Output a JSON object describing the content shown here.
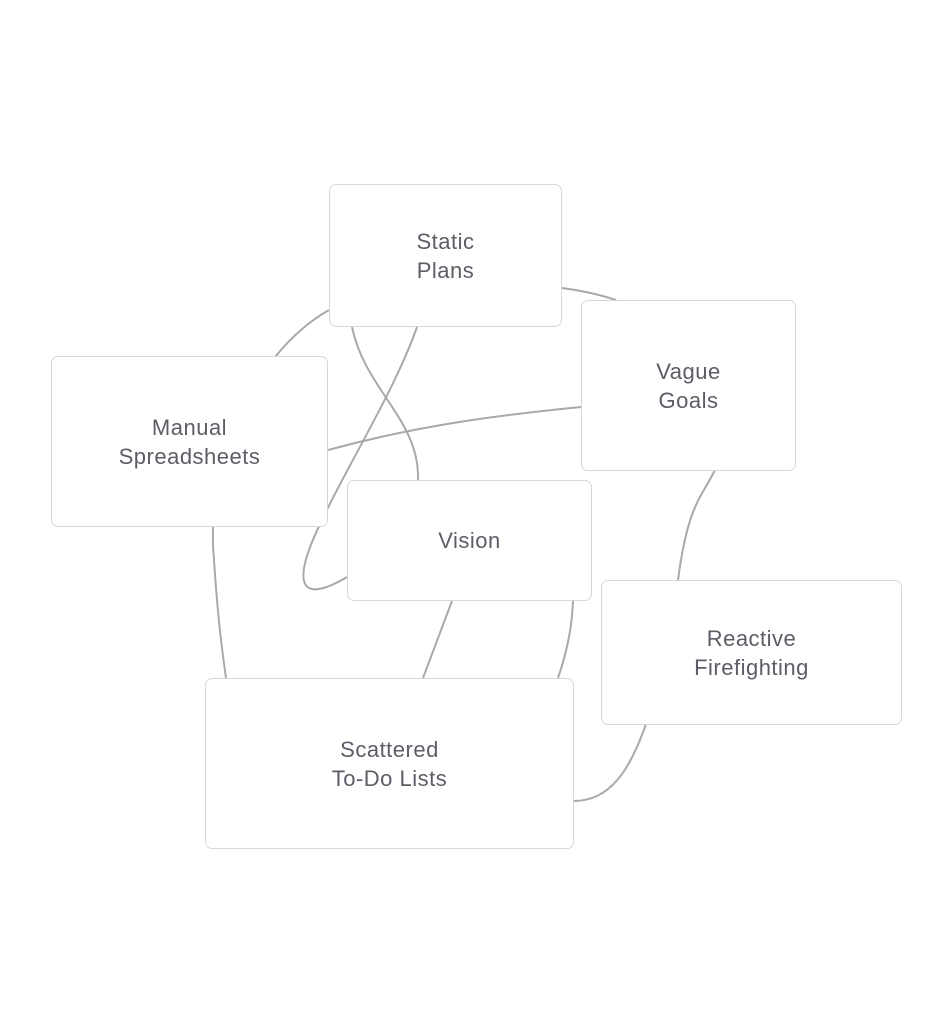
{
  "nodes": {
    "static_plans": [
      "Static",
      "Plans"
    ],
    "manual_spreadsheets": [
      "Manual",
      "Spreadsheets"
    ],
    "vague_goals": [
      "Vague",
      "Goals"
    ],
    "vision": [
      "Vision"
    ],
    "reactive_firefighting": [
      "Reactive",
      "Firefighting"
    ],
    "scattered_todo": [
      "Scattered",
      "To-Do Lists"
    ]
  },
  "colors": {
    "edge": "#a9a9ad",
    "border": "#d8d8dc",
    "text": "#5c5d66"
  }
}
